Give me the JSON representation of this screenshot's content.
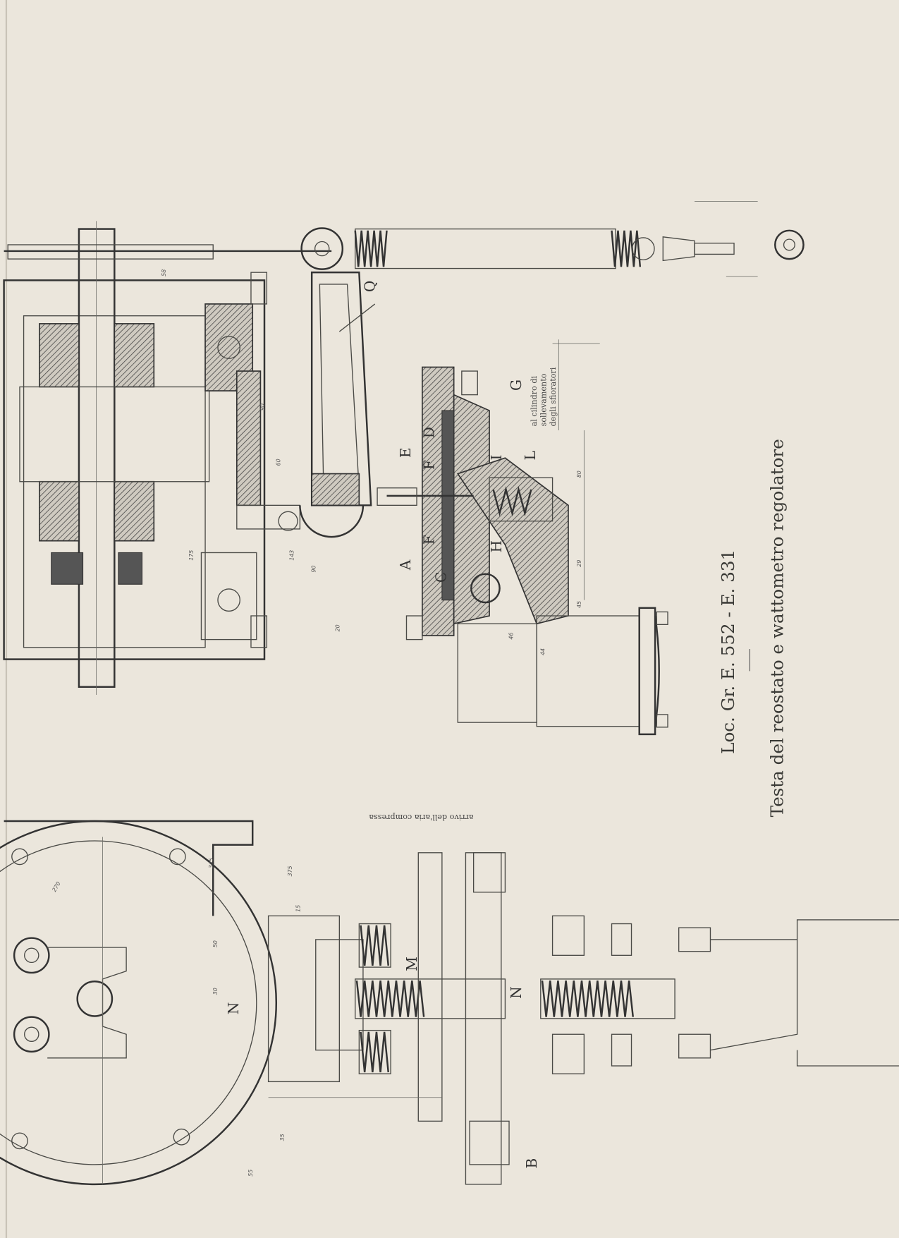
{
  "caption": {
    "line1": "Loc. Gr. E. 552 - E. 331",
    "line2": "Testa del reostato e wattometro regolatore"
  },
  "notes": {
    "cylinder": [
      "al cilindro di",
      "sollevamento",
      "degli sfioratori"
    ],
    "air": "arrivo dell'aria compressa"
  },
  "part_labels": {
    "Q": "Q",
    "E": "E",
    "D": "D",
    "F1": "F",
    "F2": "F",
    "A": "A",
    "C": "C",
    "I": "I",
    "L": "L",
    "H": "H",
    "G": "G",
    "M": "M",
    "N1": "N",
    "N2": "N",
    "B": "B"
  },
  "dimensions": [
    "58",
    "90",
    "60",
    "175",
    "143",
    "90",
    "20",
    "46",
    "44",
    "80",
    "29",
    "45",
    "270",
    "345",
    "375",
    "15",
    "30",
    "50",
    "35",
    "55"
  ],
  "colors": {
    "paper": "#ebe6dc",
    "ink": "#3a3a36"
  }
}
